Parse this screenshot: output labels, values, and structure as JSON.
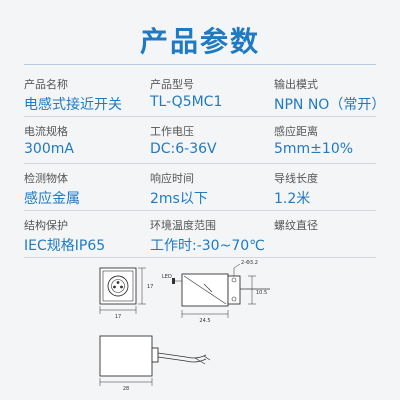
{
  "title": "产品参数",
  "specs": [
    [
      {
        "label": "产品名称",
        "value": "电感式接近开关"
      },
      {
        "label": "产品型号",
        "value": "TL-Q5MC1"
      },
      {
        "label": "输出模式",
        "value": "NPN NO（常开）"
      }
    ],
    [
      {
        "label": "电流规格",
        "value": "300mA"
      },
      {
        "label": "工作电压",
        "value": "DC:6-36V"
      },
      {
        "label": "感应距离",
        "value": "5mm±10%"
      }
    ],
    [
      {
        "label": "检测物体",
        "value": "感应金属"
      },
      {
        "label": "响应时间",
        "value": "2ms以下"
      },
      {
        "label": "导线长度",
        "value": "1.2米"
      }
    ],
    [
      {
        "label": "结构保护",
        "value": "IEC规格IP65"
      },
      {
        "label": "环境温度范围",
        "value": "工作时:-30~70℃"
      },
      {
        "label": "螺纹直径",
        "value": ""
      }
    ]
  ],
  "drawing": {
    "led_label": "LED",
    "hole_label": "2-Φ3.2",
    "dim_front_width": "17",
    "dim_front_height": "17",
    "dim_side_width": "24.5",
    "dim_side_height": "10.5",
    "dim_bottom_width": "28"
  },
  "colors": {
    "accent": "#1f7ac4",
    "label": "#555555",
    "background": "#f4f5f7",
    "divider": "#d2d7de"
  }
}
